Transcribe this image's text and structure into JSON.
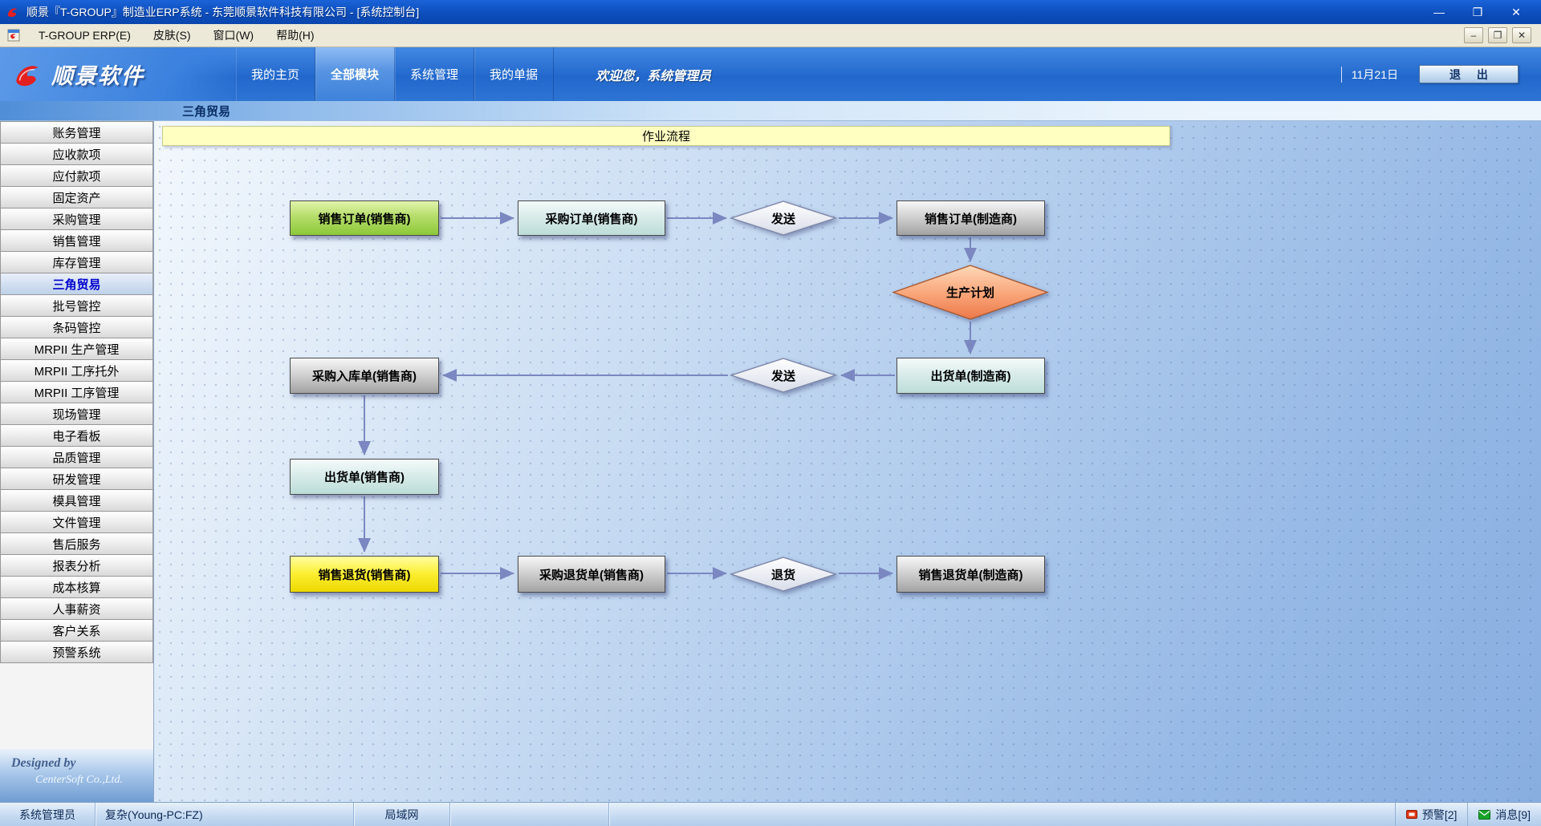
{
  "window": {
    "title": "顺景『T-GROUP』制造业ERP系统 - 东莞顺景软件科技有限公司 - [系统控制台]"
  },
  "menubar": {
    "items": [
      "T-GROUP ERP(E)",
      "皮肤(S)",
      "窗口(W)",
      "帮助(H)"
    ]
  },
  "header": {
    "logo_text": "顺景软件",
    "tabs": [
      {
        "label": "我的主页",
        "active": false
      },
      {
        "label": "全部模块",
        "active": true
      },
      {
        "label": "系统管理",
        "active": false
      },
      {
        "label": "我的单据",
        "active": false
      }
    ],
    "welcome": "欢迎您，系统管理员",
    "date": "11月21日",
    "exit_label": "退 出"
  },
  "subheader": {
    "module_title": "三角贸易"
  },
  "sidebar": {
    "items": [
      "账务管理",
      "应收款项",
      "应付款项",
      "固定资产",
      "采购管理",
      "销售管理",
      "库存管理",
      "三角贸易",
      "批号管控",
      "条码管控",
      "MRPII 生产管理",
      "MRPII 工序托外",
      "MRPII 工序管理",
      "现场管理",
      "电子看板",
      "品质管理",
      "研发管理",
      "模具管理",
      "文件管理",
      "售后服务",
      "报表分析",
      "成本核算",
      "人事薪资",
      "客户关系",
      "预警系统"
    ],
    "selected": "三角贸易",
    "footer_line1": "Designed by",
    "footer_line2": "CenterSoft Co.,Ltd."
  },
  "flowchart": {
    "title": "作业流程",
    "nodes": [
      {
        "id": "sales-order-seller",
        "label": "销售订单(销售商)",
        "type": "box",
        "color": "#9CCE4B"
      },
      {
        "id": "purchase-order-seller",
        "label": "采购订单(销售商)",
        "type": "box",
        "color": "#C9E2DF"
      },
      {
        "id": "send-1",
        "label": "发送",
        "type": "diamond",
        "color": "#FFFFFF"
      },
      {
        "id": "sales-order-manufacturer",
        "label": "销售订单(制造商)",
        "type": "box",
        "color": "#BFBFBF"
      },
      {
        "id": "production-plan",
        "label": "生产计划",
        "type": "diamond",
        "color": "#F28B5F"
      },
      {
        "id": "shipment-manufacturer",
        "label": "出货单(制造商)",
        "type": "box",
        "color": "#C9E2DF"
      },
      {
        "id": "send-2",
        "label": "发送",
        "type": "diamond",
        "color": "#FFFFFF"
      },
      {
        "id": "purchase-receipt-seller",
        "label": "采购入库单(销售商)",
        "type": "box",
        "color": "#BFBFBF"
      },
      {
        "id": "shipment-seller",
        "label": "出货单(销售商)",
        "type": "box",
        "color": "#C9E2DF"
      },
      {
        "id": "sales-return-seller",
        "label": "销售退货(销售商)",
        "type": "box",
        "color": "#F5E324"
      },
      {
        "id": "purchase-return-seller",
        "label": "采购退货单(销售商)",
        "type": "box",
        "color": "#BFBFBF"
      },
      {
        "id": "return",
        "label": "退货",
        "type": "diamond",
        "color": "#FFFFFF"
      },
      {
        "id": "sales-return-manufacturer",
        "label": "销售退货单(制造商)",
        "type": "box",
        "color": "#BFBFBF"
      }
    ],
    "edges": [
      {
        "from": "sales-order-seller",
        "to": "purchase-order-seller"
      },
      {
        "from": "purchase-order-seller",
        "to": "send-1"
      },
      {
        "from": "send-1",
        "to": "sales-order-manufacturer"
      },
      {
        "from": "sales-order-manufacturer",
        "to": "production-plan"
      },
      {
        "from": "production-plan",
        "to": "shipment-manufacturer"
      },
      {
        "from": "shipment-manufacturer",
        "to": "send-2"
      },
      {
        "from": "send-2",
        "to": "purchase-receipt-seller"
      },
      {
        "from": "purchase-receipt-seller",
        "to": "shipment-seller"
      },
      {
        "from": "shipment-seller",
        "to": "sales-return-seller"
      },
      {
        "from": "sales-return-seller",
        "to": "purchase-return-seller"
      },
      {
        "from": "purchase-return-seller",
        "to": "return"
      },
      {
        "from": "return",
        "to": "sales-return-manufacturer"
      }
    ]
  },
  "statusbar": {
    "user": "系统管理员",
    "workstation": "复杂(Young-PC:FZ)",
    "network": "局域网",
    "alerts": "预警[2]",
    "messages": "消息[9]"
  }
}
